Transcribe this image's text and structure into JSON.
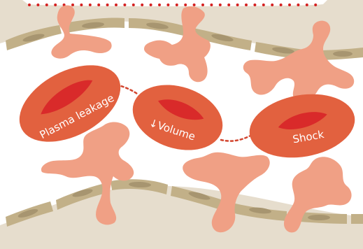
{
  "colors": {
    "tissue_background": "#e6ddcd",
    "lumen": "#ffffff",
    "endothelium": "#c2b088",
    "endothelium_nucleus": "#a79570",
    "leak_blob": "#f0a085",
    "red_cell": "#e2613f",
    "red_cell_center": "#d92a2a",
    "dotted_link": "#d2452f",
    "top_dots": "#d42020",
    "label_text": "#ffffff"
  },
  "cells": [
    {
      "id": "plasma-leakage",
      "label": "Plasma leakage"
    },
    {
      "id": "volume",
      "label": "↓Volume"
    },
    {
      "id": "shock",
      "label": "Shock"
    }
  ]
}
